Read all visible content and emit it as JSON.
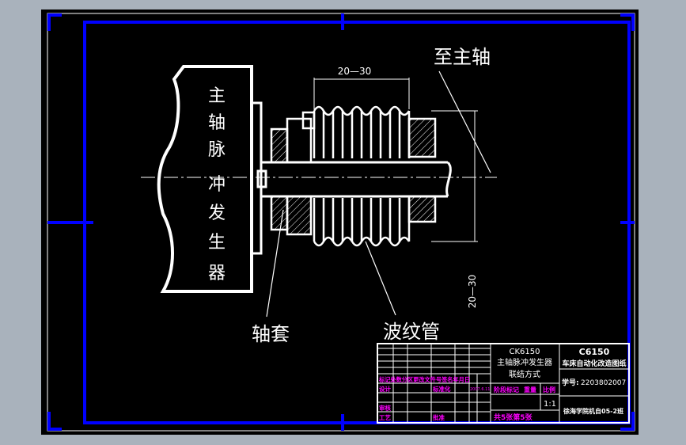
{
  "labels": {
    "to_spindle": "至主轴",
    "dim_horizontal": "20—30",
    "dim_vertical": "20—30",
    "sleeve": "轴套",
    "bellows": "波纹管",
    "generator_chars": [
      "主",
      "轴",
      "脉",
      "冲",
      "发",
      "生",
      "器"
    ]
  },
  "title_block": {
    "drawing_no_top": "CK6150",
    "drawing_title_1": "主轴脉冲发生器",
    "drawing_title_2": "联结方式",
    "machine": "C6150",
    "project": "车床自动化改造图纸",
    "number_label": "学号:",
    "number": "2203802007",
    "revision_headers": "标记处数分区更改文件号签名年月日",
    "designer_label": "设计",
    "standard_label": "标准化",
    "date_small": "2007.6.11",
    "stage_label": "阶段标记",
    "weight_label": "重量",
    "ratio_label": "比例",
    "scale": "1:1",
    "review_label": "审核",
    "process_label": "工艺",
    "approve_label": "批准",
    "sheet_info": "共5张第5张",
    "school": "徐海学院机自05-2班"
  },
  "colors": {
    "background": "#000000",
    "frame": "#ffffff",
    "border": "#0000ff",
    "title_text": "#ffffff",
    "magenta": "#ff00ff"
  }
}
